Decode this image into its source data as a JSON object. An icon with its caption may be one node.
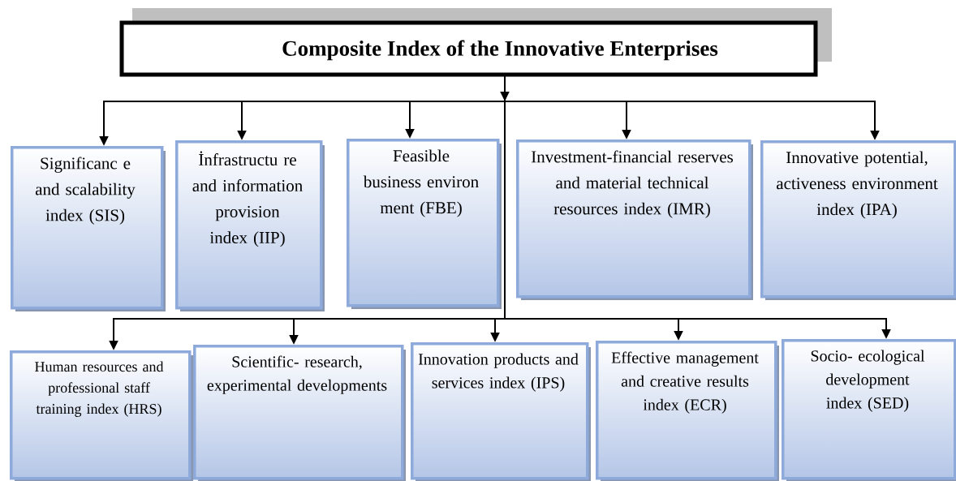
{
  "diagram": {
    "nodes": [
      {
        "text": [
          "Composite Index of the Innovative Enterprises"
        ]
      },
      {
        "text": [
          "Significanc e and scalability index (SIS)"
        ]
      },
      {
        "text": [
          "İnfrastructu re and information provision index (IIP)"
        ]
      },
      {
        "text": [
          "Feasible business environ ment (FBE)"
        ]
      },
      {
        "text": [
          "Investment-financial reserves and material technical resources index (IMR)"
        ]
      },
      {
        "text": [
          "Innovative potential, activeness environment index (IPA)"
        ]
      },
      {
        "text": [
          "Human resources and professional staff training index (HRS)"
        ]
      },
      {
        "text": [
          "Scientific- research, experimental developments"
        ]
      },
      {
        "text": [
          "Innovation products and services index (IPS)"
        ]
      },
      {
        "text": [
          "Effective management and creative results index (ECR)"
        ]
      },
      {
        "text": [
          "Socio- ecological development index (SED)"
        ]
      }
    ],
    "edges": [
      {
        "from": 0,
        "to": 1,
        "arrow": "to"
      },
      {
        "from": 0,
        "to": 2,
        "arrow": "to"
      },
      {
        "from": 0,
        "to": 3,
        "arrow": "to"
      },
      {
        "from": 0,
        "to": 4,
        "arrow": "to"
      },
      {
        "from": 0,
        "to": 5,
        "arrow": "to"
      },
      {
        "from": 0,
        "to": 6,
        "arrow": "to"
      },
      {
        "from": 0,
        "to": 7,
        "arrow": "to"
      },
      {
        "from": 0,
        "to": 8,
        "arrow": "to"
      },
      {
        "from": 0,
        "to": 9,
        "arrow": "to"
      },
      {
        "from": 0,
        "to": 10,
        "arrow": "to"
      }
    ]
  }
}
